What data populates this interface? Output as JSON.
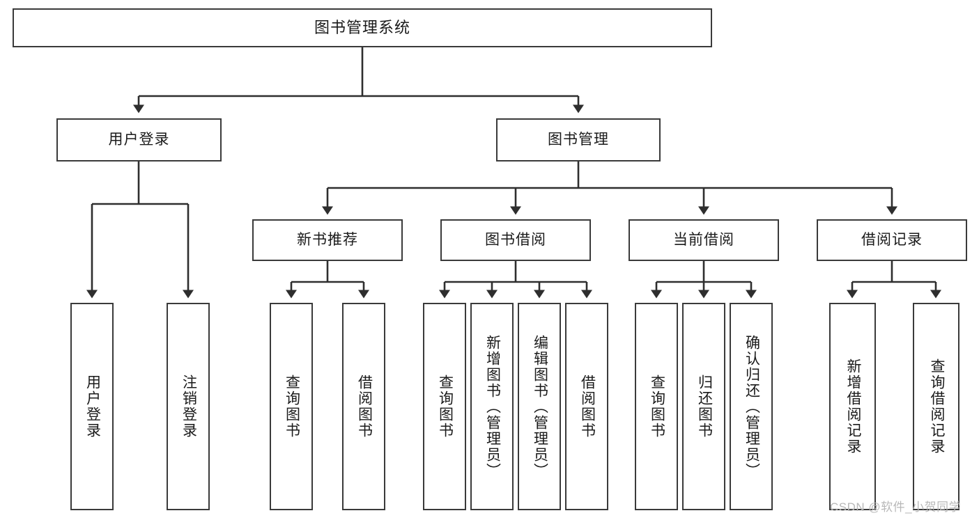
{
  "diagram": {
    "title": "图书管理系统",
    "type": "tree-hierarchy-diagram",
    "colors": {
      "box_border": "#3a3a3a",
      "box_fill": "#ffffff",
      "connector": "#2e2e2e",
      "text": "#1a1a1a",
      "watermark": "#b8b8b8",
      "background": "#ffffff"
    },
    "root": {
      "label": "图书管理系统"
    },
    "level2": [
      {
        "label": "用户登录"
      },
      {
        "label": "图书管理"
      }
    ],
    "level3": [
      {
        "label": "新书推荐"
      },
      {
        "label": "图书借阅"
      },
      {
        "label": "当前借阅"
      },
      {
        "label": "借阅记录"
      }
    ],
    "leaves": {
      "user_login": [
        {
          "label": "用户登录"
        },
        {
          "label": "注销登录"
        }
      ],
      "new_book_recommend": [
        {
          "label": "查询图书"
        },
        {
          "label": "借阅图书"
        }
      ],
      "book_borrow": [
        {
          "label": "查询图书"
        },
        {
          "label": "新增图书（管理员）"
        },
        {
          "label": "编辑图书（管理员）"
        },
        {
          "label": "借阅图书"
        }
      ],
      "current_borrow": [
        {
          "label": "查询图书"
        },
        {
          "label": "归还图书"
        },
        {
          "label": "确认归还（管理员）"
        }
      ],
      "borrow_record": [
        {
          "label": "新增借阅记录"
        },
        {
          "label": "查询借阅记录"
        }
      ]
    },
    "watermark": "CSDN @软件_小贺同学"
  }
}
